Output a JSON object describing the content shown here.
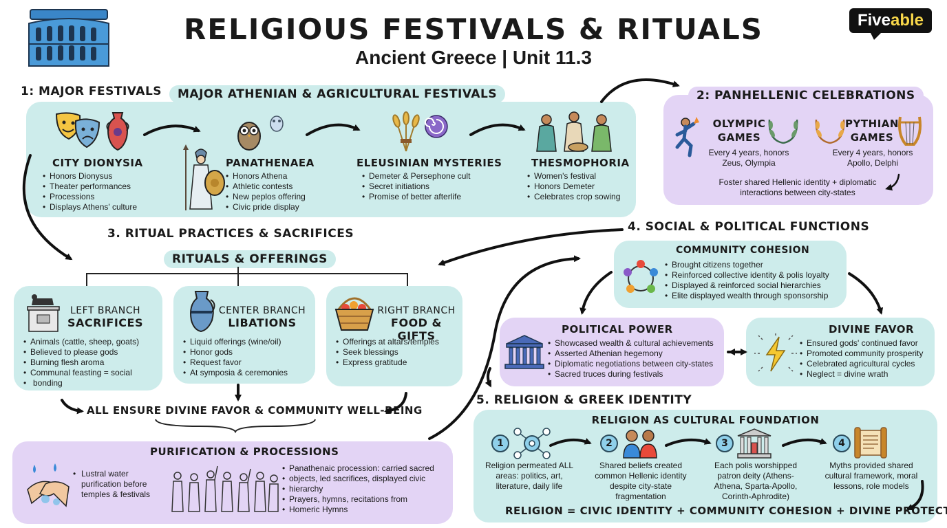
{
  "header": {
    "title": "RELIGIOUS FESTIVALS & RITUALS",
    "subtitle": "Ancient Greece | Unit 11.3",
    "brand_a": "Five",
    "brand_b": "able"
  },
  "s1": {
    "heading": "1: MAJOR FESTIVALS",
    "pill": "MAJOR ATHENIAN & AGRICULTURAL FESTIVALS",
    "festivals": [
      {
        "name": "CITY DIONYSIA",
        "items": [
          "Honors Dionysus",
          "Theater performances",
          "Processions",
          "Displays Athens' culture"
        ]
      },
      {
        "name": "PANATHENAEA",
        "items": [
          "Honors Athena",
          "Athletic contests",
          "New peplos offering",
          "Civic pride display"
        ]
      },
      {
        "name": "ELEUSINIAN MYSTERIES",
        "items": [
          "Demeter & Persephone cult",
          "Secret initiations",
          "Promise of better afterlife"
        ]
      },
      {
        "name": "THESMOPHORIA",
        "items": [
          "Women's festival",
          "Honors Demeter",
          "Celebrates crop sowing"
        ]
      }
    ]
  },
  "s2": {
    "heading": "2: PANHELLENIC CELEBRATIONS",
    "olympic": {
      "name_a": "OLYMPIC",
      "name_b": "GAMES",
      "line1": "Every 4 years, honors",
      "line2": "Zeus, Olympia"
    },
    "pythian": {
      "name_a": "PYTHIAN",
      "name_b": "GAMES",
      "line1": "Every 4 years, honors",
      "line2": "Apollo, Delphi"
    },
    "foot1": "Foster shared Hellenic identity + diplomatic",
    "foot2": "interactions between city-states"
  },
  "s3": {
    "heading": "3. RITUAL PRACTICES & SACRIFICES",
    "pill": "RITUALS & OFFERINGS",
    "branches": [
      {
        "label": "LEFT BRANCH",
        "name": "SACRIFICES",
        "items": [
          "Animals (cattle, sheep, goats)",
          "Believed to please gods",
          "Burning flesh aroma",
          "Communal feasting = social",
          "bonding"
        ]
      },
      {
        "label": "CENTER BRANCH",
        "name": "LIBATIONS",
        "items": [
          "Liquid offerings (wine/oil)",
          "Honor gods",
          "Request favor",
          "At symposia & ceremonies"
        ]
      },
      {
        "label": "RIGHT BRANCH",
        "name": "FOOD & GIFTS",
        "items": [
          "Offerings at altars/temples",
          "Seek blessings",
          "Express gratitude"
        ]
      }
    ],
    "summary": "ALL ENSURE DIVINE FAVOR & COMMUNITY WELL-BEING",
    "purification": {
      "title": "PURIFICATION & PROCESSIONS",
      "left1": "Lustral water",
      "left2": "purification before",
      "left3": "temples & festivals",
      "right": [
        "Panathenaic procession: carried sacred",
        "objects, led sacrifices, displayed civic",
        "hierarchy",
        "Prayers, hymns, recitations from",
        "Homeric Hymns"
      ]
    }
  },
  "s4": {
    "heading": "4. SOCIAL & POLITICAL FUNCTIONS",
    "cohesion": {
      "title": "COMMUNITY COHESION",
      "items": [
        "Brought citizens together",
        "Reinforced collective identity & polis loyalty",
        "Displayed & reinforced social hierarchies",
        "Elite displayed wealth through sponsorship"
      ]
    },
    "political": {
      "title": "POLITICAL POWER",
      "items": [
        "Showcased wealth & cultural achievements",
        "Asserted Athenian hegemony",
        "Diplomatic negotiations between city-states",
        "Sacred truces during festivals"
      ]
    },
    "divine": {
      "title": "DIVINE FAVOR",
      "items": [
        "Ensured gods' continued favor",
        "Promoted community prosperity",
        "Celebrated agricultural cycles",
        "Neglect = divine wrath"
      ]
    }
  },
  "s5": {
    "heading": "5. RELIGION & GREEK IDENTITY",
    "sub": "RELIGION AS CULTURAL FOUNDATION",
    "steps": [
      {
        "n": "1",
        "lines": [
          "Religion permeated ALL",
          "areas: politics, art,",
          "literature, daily life"
        ]
      },
      {
        "n": "2",
        "lines": [
          "Shared beliefs created",
          "common Hellenic identity",
          "despite city-state",
          "fragmentation"
        ]
      },
      {
        "n": "3",
        "lines": [
          "Each polis worshipped",
          "patron deity (Athens-",
          "Athena, Sparta-Apollo,",
          "Corinth-Aphrodite)"
        ]
      },
      {
        "n": "4",
        "lines": [
          "Myths provided shared",
          "cultural framework, moral",
          "lessons, role models"
        ]
      }
    ],
    "footer": "RELIGION = CIVIC IDENTITY + COMMUNITY COHESION + DIVINE PROTECTION"
  }
}
